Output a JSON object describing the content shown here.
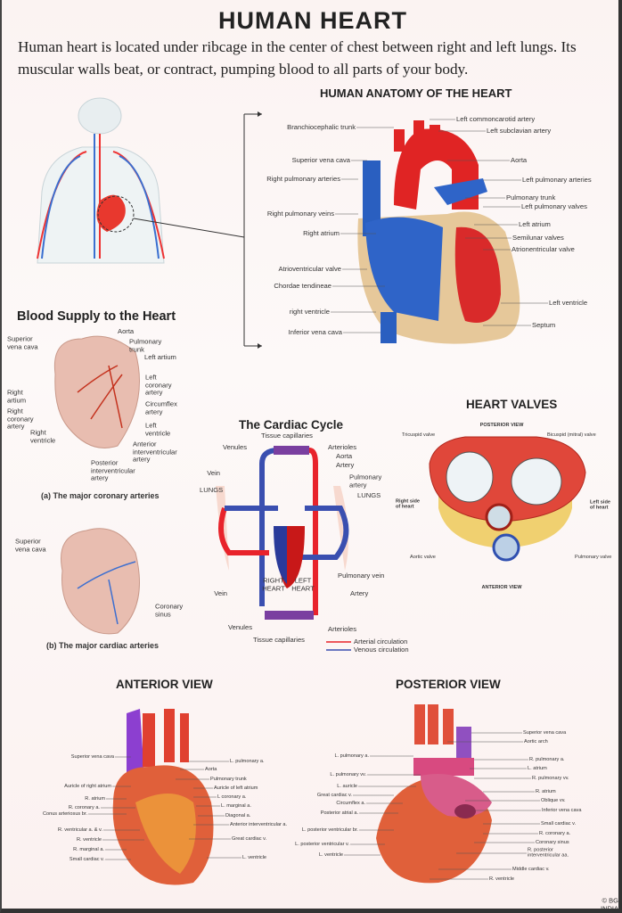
{
  "title": "HUMAN HEART",
  "intro": "Human heart is located under ribcage in the center of chest between right and left lungs. Its muscular walls beat, or contract, pumping blood to all parts of your body.",
  "anatomy": {
    "title": "HUMAN ANATOMY OF THE HEART",
    "labels": [
      "Branchiocephalic trunk",
      "Superior vena cava",
      "Right pulmonary arteries",
      "Right pulmonary veins",
      "Right atrium",
      "Atrioventricular valve",
      "Chordae tendineae",
      "right ventricle",
      "Inferior vena cava",
      "Left commoncarotid artery",
      "Left subclavian artery",
      "Aorta",
      "Left pulmonary arteries",
      "Pulmonary trunk",
      "Left pulmonary valves",
      "Left atrium",
      "Semilunar valves",
      "Atrionentricular valve",
      "Left ventricle",
      "Septum"
    ]
  },
  "blood_supply": {
    "title": "Blood Supply to the Heart",
    "labels": [
      "Superior\nvena cava",
      "Aorta",
      "Pulmonary\ntrunk",
      "Left artium",
      "Left\ncoronary\nartery",
      "Circumflex\nartery",
      "Left\nventricle",
      "Anterior\ninterventricular\nartery",
      "Posterior\ninterventricular\nartery",
      "Right\nartium",
      "Right\ncoronary\nartery",
      "Right\nventricle",
      "(a) The major coronary arteries",
      "Superior\nvena cava",
      "Coronary\nsinus",
      "(b) The major cardiac arteries"
    ]
  },
  "cardiac_cycle": {
    "title": "The Cardiac Cycle",
    "labels": [
      "Tissue capillaries",
      "Venules",
      "Arterioles",
      "Aorta",
      "Artery",
      "Vein",
      "Pulmonary\nartery",
      "LUNGS",
      "LUNGS",
      "Pulmonary vein",
      "RIGHT\nHEART",
      "LEFT\nHEART",
      "Vein",
      "Artery",
      "Venules",
      "Arterioles",
      "Tissue capillaries",
      "Arterial circulation",
      "Venous circulation"
    ],
    "colors": {
      "arterial": "#e8232b",
      "venous": "#3a4fb0"
    }
  },
  "heart_valves": {
    "title": "HEART VALVES",
    "labels": [
      "POSTERIOR VIEW",
      "Tricuspid valve",
      "Bicuspid (mitral) valve",
      "Right side\nof heart",
      "Left side\nof heart",
      "Aortic valve",
      "Pulmonary valve",
      "ANTERIOR VIEW"
    ]
  },
  "anterior": {
    "title": "ANTERIOR VIEW",
    "labels": [
      "Superior vena cava",
      "Auricle of right atrium",
      "R. atrium",
      "R. coronary a.",
      "Conus arteriosus br.",
      "R. ventricular a. & v.",
      "R. ventricle",
      "R. marginal a.",
      "Small cardiac v.",
      "L. pulmonary a.",
      "Aorta",
      "Pulmonary trunk",
      "Auricle of left atrium",
      "L coronary a.",
      "L. marginal a.",
      "Diagonal a.",
      "Anterior interventricular a.",
      "Great cardiac v.",
      "L. ventricle"
    ]
  },
  "posterior": {
    "title": "POSTERIOR VIEW",
    "labels": [
      "Superior vena cava",
      "Aortic arch",
      "R. pulmonary a.",
      "L. atrium",
      "R. pulmonary vv.",
      "R. atrium",
      "Oblique vv.",
      "Inferior vena cava",
      "Small cardiac v.",
      "R. coronary a.",
      "Coronary sinus",
      "R. posterior\ninterventricular aa.",
      "Middle cardiac v.",
      "R. ventricle",
      "L. pulmonary a.",
      "L. pulmonary vv.",
      "L. auricle",
      "Great cardiac v.",
      "Circumflex a.",
      "Posterior atrial a.",
      "L. posterior ventricular br.",
      "L. posterior ventricular v.",
      "L. ventricle"
    ]
  },
  "copyright": "© BG INDIA"
}
